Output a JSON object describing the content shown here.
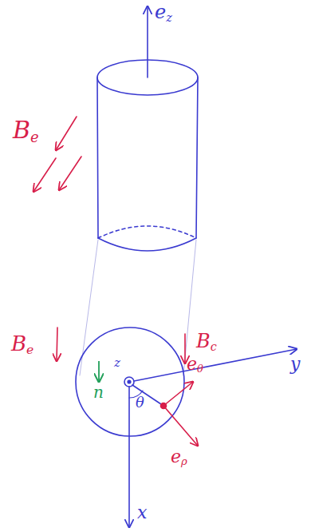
{
  "diagram": {
    "labels": [
      "ez",
      "Be",
      "Be",
      "Bc",
      "z",
      "n",
      "θ",
      "eθ",
      "eρ",
      "y",
      "x"
    ]
  }
}
